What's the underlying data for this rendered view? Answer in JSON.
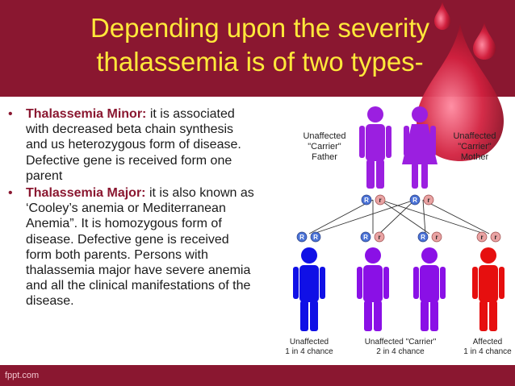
{
  "title": {
    "line1": "Depending upon the severity",
    "line2": "thalassemia is of two types-"
  },
  "bullets": [
    {
      "term": "Thalassemia Minor:",
      "lines": [
        " it is associated",
        "with decreased beta chain synthesis",
        "and us heterozygous form of disease.",
        "Defective gene is received form one",
        "parent"
      ]
    },
    {
      "term": "Thalassemia Major:",
      "lines": [
        " it is also known as",
        "‘Cooley’s anemia or Mediterranean",
        "Anemia”. It is homozygous form of",
        "disease. Defective gene is received",
        "form both parents. Persons with",
        "thalassemia major have severe anemia",
        "and all the clinical manifestations of the",
        "disease."
      ]
    }
  ],
  "diagram": {
    "father": [
      "Unaffected",
      "\"Carrier\"",
      "Father"
    ],
    "mother": [
      "Unaffected",
      "\"Carrier\"",
      "Mother"
    ],
    "parent_alleles": {
      "father": [
        "R",
        "r"
      ],
      "mother": [
        "R",
        "r"
      ]
    },
    "children": [
      {
        "alleles": [
          "R",
          "R"
        ],
        "label": [
          "Unaffected",
          "1 in 4 chance"
        ],
        "color": "#1010e6"
      },
      {
        "alleles": [
          "R",
          "r"
        ],
        "label": [],
        "color": "#8a10e6"
      },
      {
        "alleles": [
          "R",
          "r"
        ],
        "label": [],
        "color": "#8a10e6"
      },
      {
        "alleles": [
          "r",
          "r"
        ],
        "label": [
          "Affected",
          "1 in 4 chance"
        ],
        "color": "#e60f0f"
      }
    ],
    "carrier_children_label": [
      "Unaffected \"Carrier\"",
      "2 in 4 chance"
    ],
    "colors": {
      "parent": "#9b1fe0",
      "dominant_allele": "#4a72d6",
      "recessive_allele": "#e9a3a3"
    }
  },
  "footer": {
    "text": "fppt.com"
  },
  "colors": {
    "header": "#8a1730",
    "title": "#ffe93a"
  }
}
